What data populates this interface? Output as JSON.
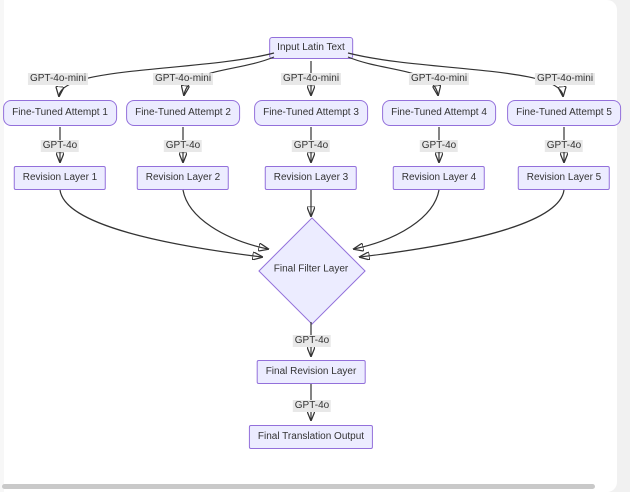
{
  "diagram": {
    "type": "flowchart",
    "direction": "top-down",
    "nodes": {
      "input": "Input Latin Text",
      "attempts": [
        "Fine-Tuned Attempt 1",
        "Fine-Tuned Attempt 2",
        "Fine-Tuned Attempt 3",
        "Fine-Tuned Attempt 4",
        "Fine-Tuned Attempt 5"
      ],
      "revisions": [
        "Revision Layer 1",
        "Revision Layer 2",
        "Revision Layer 3",
        "Revision Layer 4",
        "Revision Layer 5"
      ],
      "filter": "Final Filter Layer",
      "final_revision": "Final Revision Layer",
      "final_output": "Final Translation Output"
    },
    "edge_labels": {
      "mini": "GPT-4o-mini",
      "gpt4o": "GPT-4o"
    },
    "colors": {
      "node_fill": "#ECECFF",
      "node_border": "#9370DB",
      "edge_line": "#333333",
      "edge_label_bg": "#e8e8e8",
      "text": "#333333",
      "scrollbar_thumb": "#c9c9c9"
    }
  }
}
